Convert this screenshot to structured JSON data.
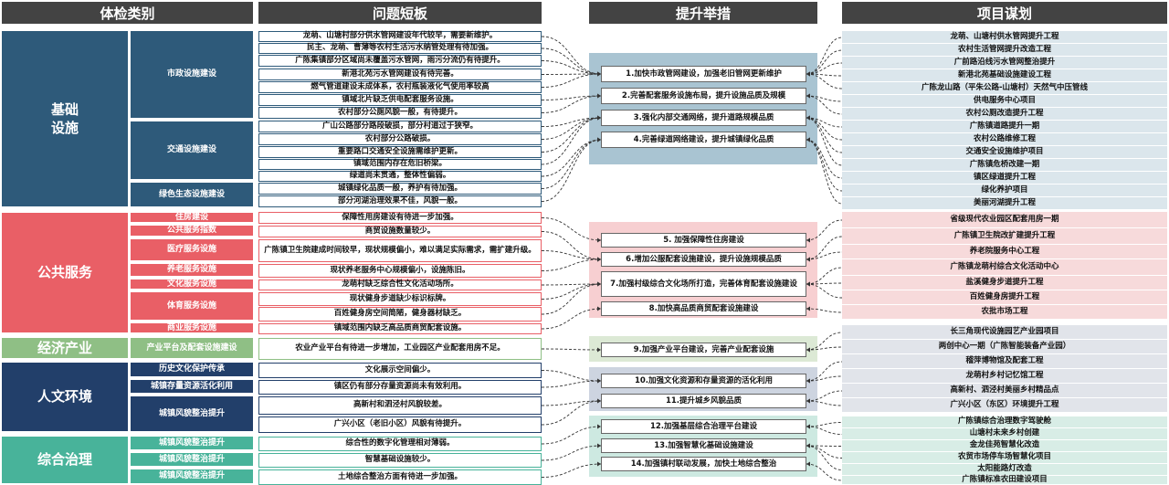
{
  "headers": {
    "category": "体检类别",
    "issues": "问题短板",
    "measures": "提升举措",
    "projects": "项目谋划"
  },
  "colors": {
    "infra": "#2e5a7a",
    "public": "#e95f66",
    "economy": "#8fbf85",
    "culture": "#223f6a",
    "governance": "#48b39a",
    "infra_panel": "#a9c4d2",
    "public_panel": "#f7cfd1",
    "economy_panel": "#dce9d5",
    "culture_panel": "#cdd4e0",
    "governance_panel": "#cde9e1"
  },
  "categories": [
    {
      "label": "基础\n设施",
      "color_key": "infra"
    },
    {
      "label": "公共服务",
      "color_key": "public"
    },
    {
      "label": "经济产业",
      "color_key": "economy"
    },
    {
      "label": "人文环境",
      "color_key": "culture"
    },
    {
      "label": "综合治理",
      "color_key": "governance"
    }
  ],
  "subcategories": [
    {
      "label": "市政设施建设",
      "color_key": "infra"
    },
    {
      "label": "交通设施建设",
      "color_key": "infra"
    },
    {
      "label": "绿色生态设施建设",
      "color_key": "infra"
    },
    {
      "label": "住房建设",
      "color_key": "public"
    },
    {
      "label": "公共服务指数",
      "color_key": "public"
    },
    {
      "label": "医疗服务设施",
      "color_key": "public"
    },
    {
      "label": "养老服务设施",
      "color_key": "public"
    },
    {
      "label": "文化服务设施",
      "color_key": "public"
    },
    {
      "label": "体育服务设施",
      "color_key": "public"
    },
    {
      "label": "商业服务设施",
      "color_key": "public"
    },
    {
      "label": "产业平台及配套设施建设",
      "color_key": "economy"
    },
    {
      "label": "历史文化保护传承",
      "color_key": "culture"
    },
    {
      "label": "城镇存量资源活化利用",
      "color_key": "culture"
    },
    {
      "label": "城镇风貌整治提升",
      "color_key": "culture"
    },
    {
      "label": "城镇风貌整治提升",
      "color_key": "governance"
    },
    {
      "label": "城镇风貌整治提升",
      "color_key": "governance"
    },
    {
      "label": "城镇风貌整治提升",
      "color_key": "governance"
    }
  ],
  "issues": [
    "龙萌、山塘村部分供水管网建设年代较早，需要新维护。",
    "民主、龙萌、曹薄等农村生活污水纳管处理有待加强。",
    "广陈集镇部分区域尚未覆盖污水管网，雨污分流仍有待提升。",
    "新港北苑污水管网建设有待完善。",
    "燃气管道建设未成体系，农村瓶装液化气使用率较高",
    "镇域北片缺乏供电配套服务设施。",
    "农村部分公厕风貌一般，有待提升。",
    "广山公路部分路段破损，部分村道过于狭窄。",
    "农村部分公路破损。",
    "重要路口交通安全设施需维护更新。",
    "镇域范围内存在危旧桥梁。",
    "绿道尚未贯通，整体性偏弱。",
    "城镇绿化品质一般，养护有待加强。",
    "部分河湖治理效果不佳，风貌一般。",
    "保障性用房建设有待进一步加强。",
    "商贸设施数量较少。",
    "广陈镇卫生院建成时间较早，现状规模偏小，难以满足实际需求，需扩建升级。",
    "现状养老服务中心规模偏小，设施陈旧。",
    "龙萌村缺乏综合性文化活动场所。",
    "现状健身步道缺少标识标牌。",
    "百姓健身房空间简陋，健身器材缺乏。",
    "镇域范围内缺乏高品质商贸配套设施。",
    "农业产业平台有待进一步增加，工业园区产业配套用房不足。",
    "文化展示空间偏少。",
    "镇区仍有部分存量资源尚未有效利用。",
    "高新村和泗泾村风貌较差。",
    "广兴小区（老旧小区）风貌有待提升。",
    "综合性的数字化管理相对薄弱。",
    "智慧基础设施较少。",
    "土地综合整治方面有待进一步加强。"
  ],
  "measures": [
    "1.加快市政管网建设，加强老旧管网更新维护",
    "2.完善配套服务设施布局，提升设施品质及规模",
    "3.强化内部交通网络，提升道路规模品质",
    "4.完善绿道网络建设，提升城镇绿化品质",
    "5. 加强保障性住房建设",
    "6.增加公服配套设施建设，提升设施规模品质",
    "7.加强村级综合文化场所打造，完善体育配套设施建设",
    "8.加快高品质商贸配套设施建设",
    "9.加强产业平台建设，完善产业配套设施",
    "10.加强文化资源和存量资源的活化利用",
    "11.提升城乡风貌品质",
    "12.加强基层综合治理平台建设",
    "13.加强智慧化基础设施建设",
    "14.加强镇村联动发展，加快土地综合整治"
  ],
  "projects": [
    "龙萌、山塘村供水管网提升工程",
    "农村生活管网提升改造工程",
    "广前路沿线污水管网整治提升",
    "新港北苑基础设施建设工程",
    "广陈龙山路（平朱公路-山塘村）天然气中压管线",
    "供电服务中心项目",
    "农村公厕改造提升工程",
    "广陈镇道路提升一期",
    "农村公路维修工程",
    "交通安全设施维护项目",
    "广陈镇危桥改建一期",
    "镇区绿道提升工程",
    "绿化养护项目",
    "美丽河湖提升工程",
    "省级现代农业园区配套用房一期",
    "广陈镇卫生院改扩建提升工程",
    "养老院服务中心工程",
    "广陈镇龙萌村综合文化活动中心",
    "盐溪健身步道提升工程",
    "百姓健身房提升工程",
    "农批市场工程",
    "长三角现代设施园艺产业园项目",
    "两创中心一期（广陈智能装备产业园）",
    "稽萍博物馆及配套工程",
    "龙萌村乡村记忆馆工程",
    "高新村、泗泾村美丽乡村精品点",
    "广兴小区（东区）环境提升工程",
    "广陈镇综合治理数字驾驶舱",
    "山塘村未来乡村创建",
    "金龙佳苑智慧化改造",
    "农贸市场停车场智慧化项目",
    "太阳能路灯改造",
    "广陈镇标准农田建设项目"
  ]
}
